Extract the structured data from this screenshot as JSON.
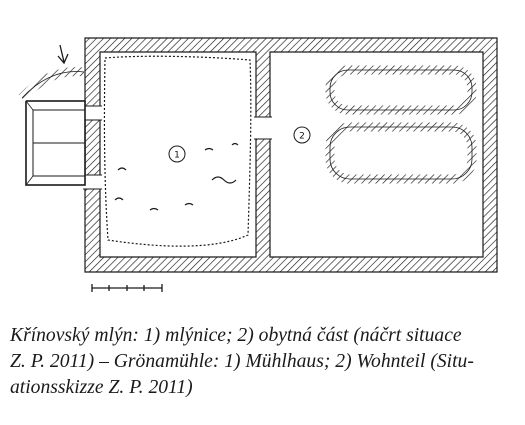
{
  "diagram": {
    "room_labels": [
      "1",
      "2"
    ],
    "colors": {
      "ink": "#1a1a1a",
      "paper": "#ffffff"
    }
  },
  "caption": {
    "line1": "Křínovský mlýn: 1) mlýnice; 2) obytná část (náčrt situace",
    "line2": "Z. P. 2011) – Grönamühle: 1) Mühlhaus; 2) Wohnteil (Situ-",
    "line3": "ationsskizze Z. P. 2011)"
  }
}
